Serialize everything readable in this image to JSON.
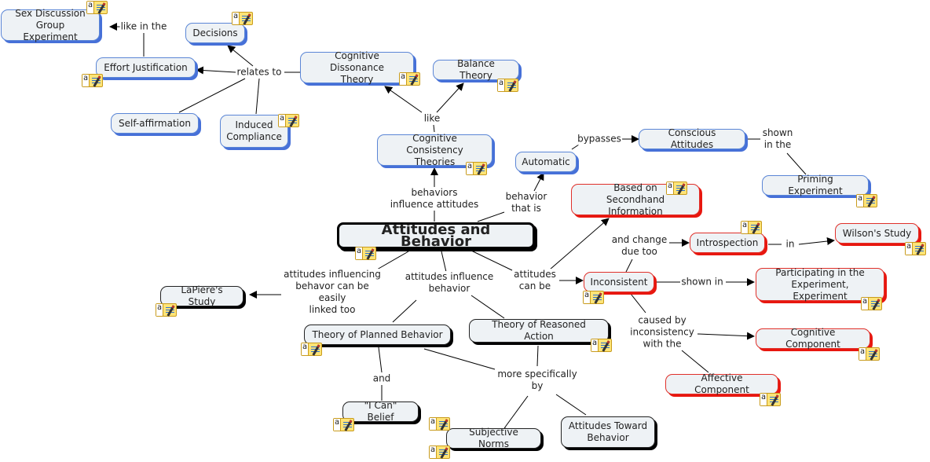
{
  "title": "Attitudes and Behavior",
  "colors": {
    "blue_shadow": "#4670d8",
    "red_shadow": "#e8170f",
    "black_shadow": "#000000",
    "node_fill": "#eef2f5",
    "note": "#ffe477"
  },
  "icons": {
    "note": "annotation-note-icon"
  },
  "nodes": {
    "sex_discussion": "Sex Discussion\nGroup Experiment",
    "decisions": "Decisions",
    "effort_justification": "Effort Justification",
    "cognitive_dissonance": "Cognitive Dissonance\nTheory",
    "balance_theory": "Balance Theory",
    "self_affirmation": "Self-affirmation",
    "induced_compliance": "Induced\nCompliance",
    "cognitive_consistency": "Cognitive Consistency\nTheories",
    "automatic": "Automatic",
    "conscious_attitudes": "Conscious Attitudes",
    "priming_experiment": "Priming Experiment",
    "secondhand": "Based on\nSecondhand Information",
    "main": "Attitudes and Behavior",
    "introspection": "Introspection",
    "wilsons_study": "Wilson's Study",
    "lapiere": "LaPiere's Study",
    "inconsistent": "Inconsistent",
    "participating": "Participating in the\nExperiment, Experiment",
    "planned_behavior": "Theory of Planned Behavior",
    "reasoned_action": "Theory of Reasoned Action",
    "cognitive_component": "Cognitive Component",
    "affective_component": "Affective Component",
    "i_can": "\"I Can\" Belief",
    "subjective_norms": "Subjective Norms",
    "attitudes_toward": "Attitudes Toward\nBehavior"
  },
  "links": {
    "like_in_the": "like in the",
    "relates_to": "relates to",
    "like": "like",
    "bypasses": "bypasses",
    "shown_in_the": "shown\nin the",
    "behaviors_influence": "behaviors\ninfluence attitudes",
    "behavior_that_is": "behavior\nthat is",
    "and_change": "and change\ndue too",
    "in": "in",
    "attitudes_influencing": "attitudes influencing\nbehavor can be\neasily\nlinked too",
    "attitudes_influence": "attitudes influence\nbehavior",
    "attitudes_can_be": "attitudes\ncan be",
    "shown_in": "shown in",
    "caused_by": "caused by\ninconsistency\nwith the",
    "and": "and",
    "more_specifically": "more specifically\nby"
  }
}
